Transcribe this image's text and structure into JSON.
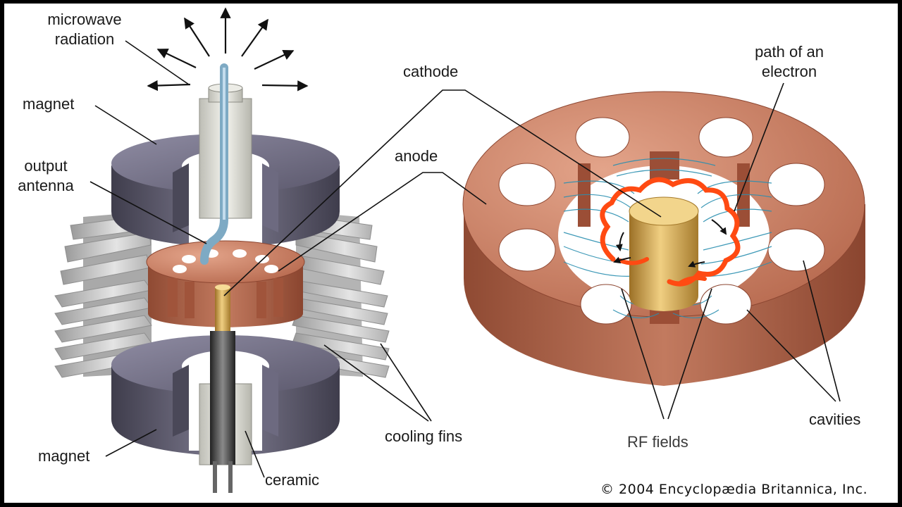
{
  "labels": {
    "microwave_radiation": "microwave\nradiation",
    "magnet_top": "magnet",
    "output_antenna": "output\nantenna",
    "magnet_bottom": "magnet",
    "cathode": "cathode",
    "anode": "anode",
    "cooling_fins": "cooling fins",
    "ceramic": "ceramic",
    "path_of_electron": "path of an\nelectron",
    "rf_fields": "RF fields",
    "cavities": "cavities"
  },
  "copyright": "© 2004 Encyclopædia Britannica, Inc.",
  "colors": {
    "copper": "#b5674c",
    "copper_light": "#d99a80",
    "magnet": "#5e5b6e",
    "fins": "#c9c9c9",
    "electron_path": "#ff4a12",
    "rf_field": "#2a8fb0",
    "cathode_gold": "#d1a24a"
  }
}
